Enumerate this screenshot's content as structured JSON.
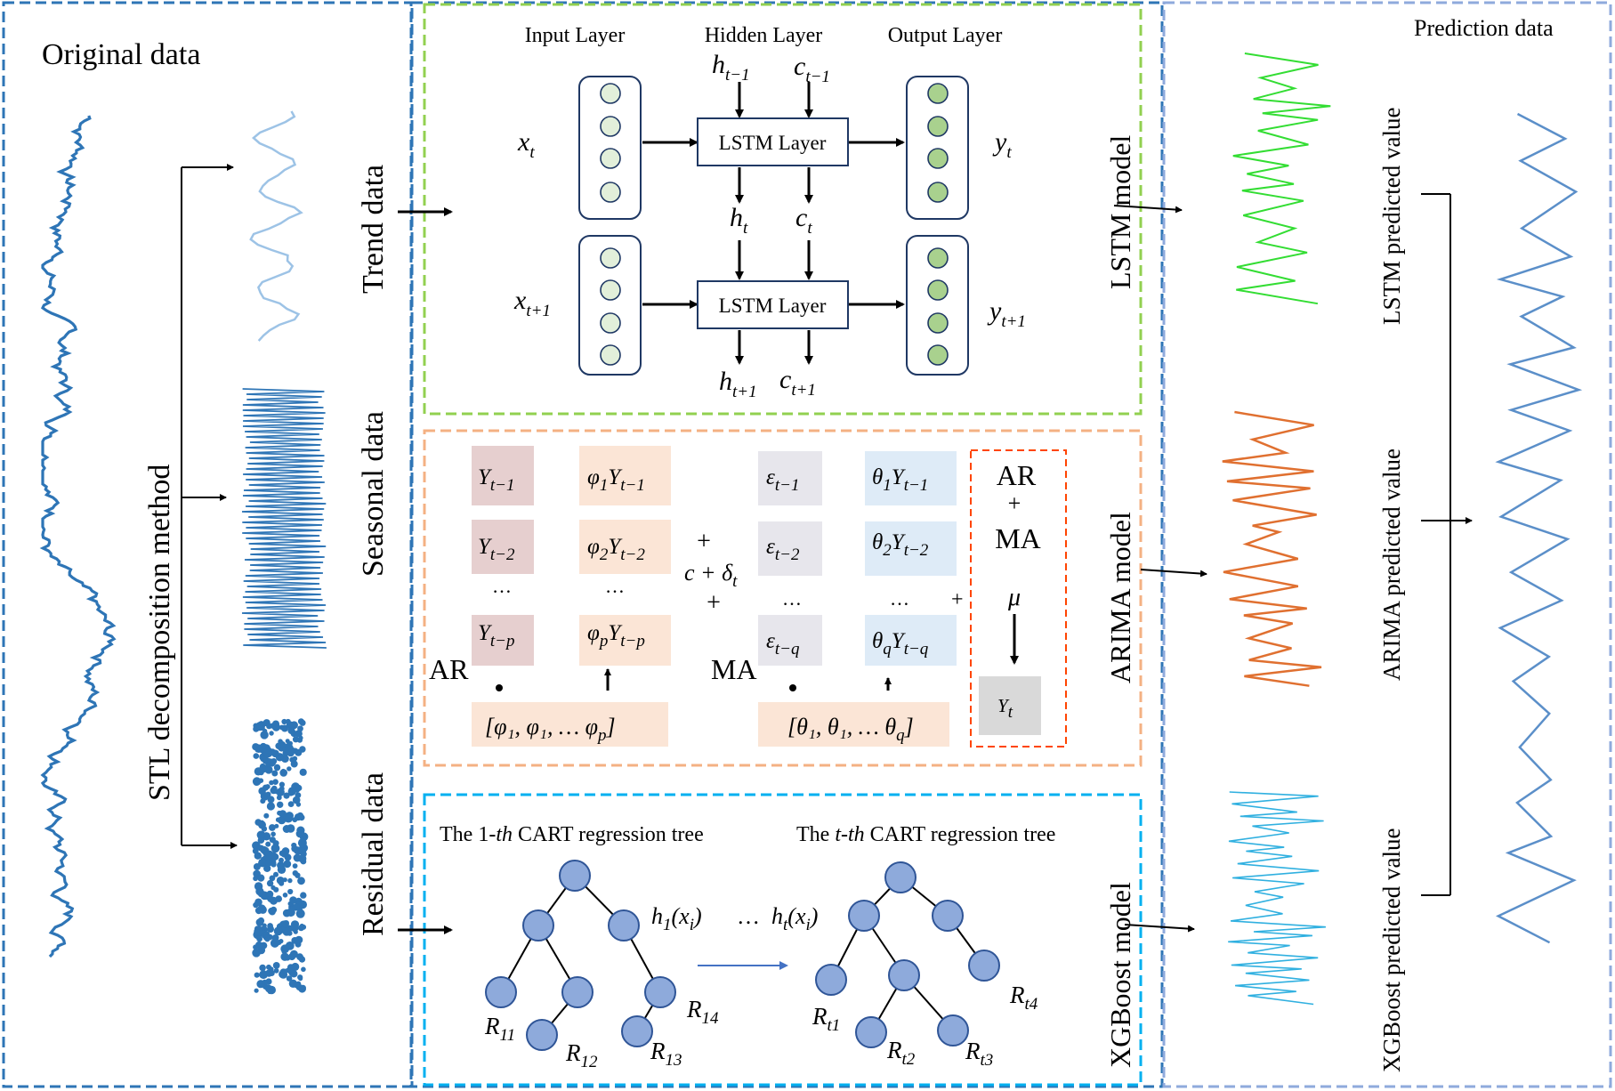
{
  "left_panel": {
    "title": "Original data",
    "method_label": "STL decomposition method"
  },
  "lstm_block": {
    "side_label": "Trend data",
    "model_label": "LSTM model",
    "layer_headers": [
      "Input Layer",
      "Hidden Layer",
      "Output Layer"
    ],
    "lstm_layer_label": "LSTM Layer",
    "inputs": [
      {
        "var": "x",
        "sub": "t"
      },
      {
        "var": "x",
        "sub": "t+1"
      }
    ],
    "outputs": [
      {
        "var": "y",
        "sub": "t"
      },
      {
        "var": "y",
        "sub": "t+1"
      }
    ],
    "states_top": [
      {
        "var": "h",
        "sub": "t−1"
      },
      {
        "var": "c",
        "sub": "t−1"
      }
    ],
    "states_mid": [
      {
        "var": "h",
        "sub": "t"
      },
      {
        "var": "c",
        "sub": "t"
      }
    ],
    "states_bottom": [
      {
        "var": "h",
        "sub": "t+1"
      },
      {
        "var": "c",
        "sub": "t+1"
      }
    ]
  },
  "arima_block": {
    "side_label": "Seasonal  data",
    "model_label": "ARIMA model",
    "ar_terms": [
      {
        "var": "Y",
        "sub": "t−1"
      },
      {
        "var": "Y",
        "sub": "t−2"
      },
      {
        "var": "Y",
        "sub": "t−p"
      }
    ],
    "phi_terms": [
      {
        "coef": "φ",
        "csub": "1",
        "var": "Y",
        "sub": "t−1"
      },
      {
        "coef": "φ",
        "csub": "2",
        "var": "Y",
        "sub": "t−2"
      },
      {
        "coef": "φ",
        "csub": "p",
        "var": "Y",
        "sub": "t−p"
      }
    ],
    "eps_terms": [
      {
        "var": "ε",
        "sub": "t−1"
      },
      {
        "var": "ε",
        "sub": "t−2"
      },
      {
        "var": "ε",
        "sub": "t−q"
      }
    ],
    "theta_terms": [
      {
        "coef": "θ",
        "csub": "1",
        "var": "Y",
        "sub": "t−1"
      },
      {
        "coef": "θ",
        "csub": "2",
        "var": "Y",
        "sub": "t−2"
      },
      {
        "coef": "θ",
        "csub": "q",
        "var": "Y",
        "sub": "t−q"
      }
    ],
    "ellipsis": "…",
    "plus": "+",
    "constant": {
      "c": "c + δ",
      "sub": "t"
    },
    "ar_label": "AR",
    "ma_label": "MA",
    "phi_vector": {
      "open": "[",
      "body": "φ₁, φ₁, … φ",
      "sub": "p",
      "close": "]"
    },
    "theta_vector": {
      "open": "[",
      "body": "θ₁, θ₁, … θ",
      "sub": "q",
      "close": "]"
    },
    "combine": {
      "ar": "AR",
      "plus": "+",
      "ma": "MA",
      "mu": "μ",
      "result_var": "Y",
      "result_sub": "t"
    }
  },
  "xgb_block": {
    "side_label": "Residual data",
    "model_label": "XGBoost model",
    "tree1_title": {
      "pre": "The 1-",
      "em": "th",
      "post": " CART regression tree"
    },
    "treet_title": {
      "pre": "The ",
      "em": "t-th",
      "post": " CART regression tree"
    },
    "h1": {
      "var": "h",
      "sub": "1",
      "arg": "(x",
      "argsub": "i",
      "close": ")"
    },
    "ht": {
      "var": "h",
      "sub": "t",
      "arg": "(x",
      "argsub": "i",
      "close": ")"
    },
    "dots": "…",
    "tree1_leaves": [
      {
        "var": "R",
        "sub": "11"
      },
      {
        "var": "R",
        "sub": "12"
      },
      {
        "var": "R",
        "sub": "13"
      },
      {
        "var": "R",
        "sub": "14"
      }
    ],
    "treet_leaves": [
      {
        "var": "R",
        "sub": "t1"
      },
      {
        "var": "R",
        "sub": "t2"
      },
      {
        "var": "R",
        "sub": "t3"
      },
      {
        "var": "R",
        "sub": "t4"
      }
    ]
  },
  "right_panel": {
    "title": "Prediction data",
    "lstm_pred_label": "LSTM predicted value",
    "arima_pred_label": "ARIMA predicted value",
    "xgb_pred_label": "XGBoost predicted value"
  },
  "colors": {
    "left_border": "#2e75b6",
    "lstm_border": "#92d050",
    "arima_border": "#f4b183",
    "xgb_border": "#00b0f0",
    "right_border": "#8faadc",
    "mid_outer_border": "#2e75b6",
    "node_fill": "#8eaadb",
    "node_stroke": "#2f5597",
    "input_circle": "#e2efda",
    "output_circle": "#a9d18e",
    "box_stroke": "#1f3864",
    "ar_box": "#e6cfcf",
    "phi_box": "#fbe5d6",
    "eps_box": "#e7e6ec",
    "theta_box": "#deebf7",
    "yt_box": "#d9d9d9",
    "mu_border": "#ff4500",
    "green_series": "#33dd33",
    "orange_series": "#e07030",
    "cyan_series": "#30b0e0",
    "blue_series": "#5b8fc9",
    "stl_series": "#2e75b6"
  }
}
